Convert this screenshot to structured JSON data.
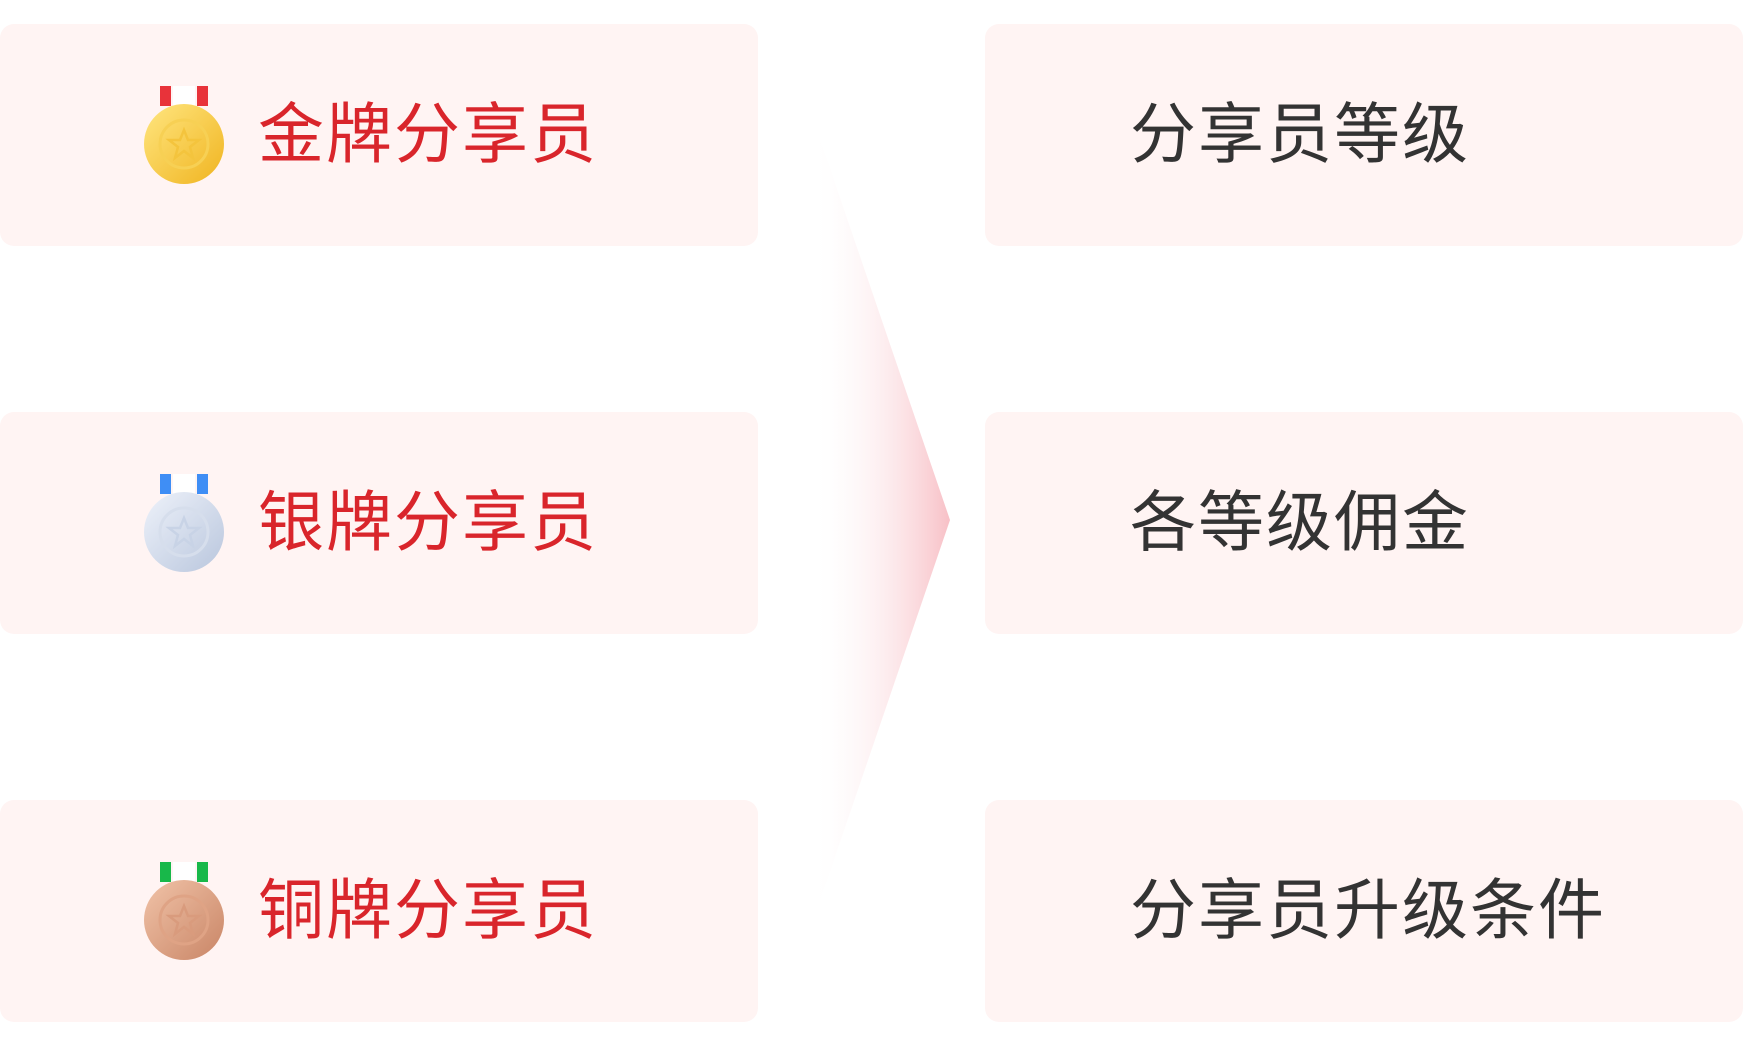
{
  "colors": {
    "card_background": "#fff4f3",
    "left_label": "#d9252b",
    "right_label": "#333333",
    "connector": "#f9c9cd"
  },
  "levels": [
    {
      "label": "金牌分享员",
      "icon": "gold-medal-icon",
      "ribbon_color": "#e8333a",
      "medal_color_light": "#ffe680",
      "medal_color_dark": "#f0b420"
    },
    {
      "label": "银牌分享员",
      "icon": "silver-medal-icon",
      "ribbon_color": "#3f8ef5",
      "medal_color_light": "#eef2fa",
      "medal_color_dark": "#b9c6dd"
    },
    {
      "label": "铜牌分享员",
      "icon": "bronze-medal-icon",
      "ribbon_color": "#18b84a",
      "medal_color_light": "#f1c3a8",
      "medal_color_dark": "#c98566"
    }
  ],
  "details": [
    {
      "label": "分享员等级"
    },
    {
      "label": "各等级佣金"
    },
    {
      "label": "分享员升级条件"
    }
  ]
}
